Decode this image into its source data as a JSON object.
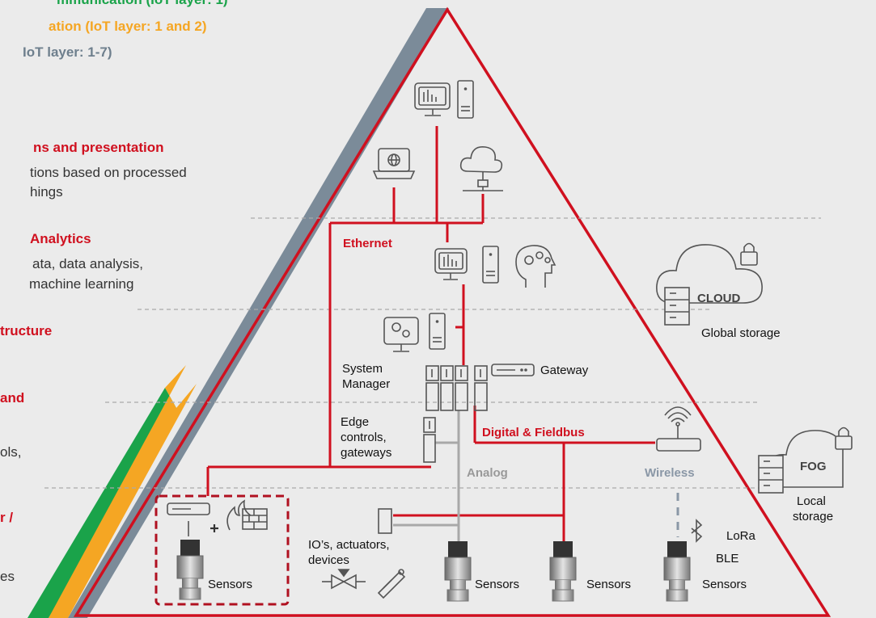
{
  "legend": {
    "green": "mmunication (IoT layer: 1)",
    "orange": "ation (IoT layer: 1 and 2)",
    "gray": "IoT layer: 1-7)"
  },
  "sections": [
    {
      "heading": "ns and presentation",
      "body": [
        "tions based on processed",
        "hings"
      ]
    },
    {
      "heading": "Analytics",
      "body": [
        "ata, data analysis,",
        "machine learning"
      ]
    },
    {
      "heading": "tructure",
      "body": []
    },
    {
      "heading": "and",
      "body": [
        "ols,"
      ]
    },
    {
      "heading": "r /",
      "body": [
        "es"
      ]
    }
  ],
  "labels": {
    "ethernet": "Ethernet",
    "system_manager": [
      "System",
      "Manager"
    ],
    "gateway": "Gateway",
    "edge_controls": [
      "Edge",
      "controls,",
      "gateways"
    ],
    "digital_fieldbus": "Digital & Fieldbus",
    "analog": "Analog",
    "wireless": "Wireless",
    "ios": [
      "IO’s, actuators,",
      "devices"
    ],
    "sensors": [
      "Sensors",
      "Sensors",
      "Sensors",
      "Sensors"
    ],
    "lora": "LoRa",
    "ble": "BLE"
  },
  "cloud": {
    "label": "CLOUD",
    "caption": "Global storage"
  },
  "fog": {
    "label": "FOG",
    "caption": [
      "Local",
      "storage"
    ]
  },
  "colors": {
    "red": "#d0101f",
    "slate": "#6e7f8d",
    "orange": "#f5a623",
    "green": "#1aa34a",
    "analog_gray": "#a8a8a8",
    "background": "#ebebeb"
  },
  "icons": [
    "monitor-chart-icon",
    "tower-pc-icon",
    "laptop-globe-icon",
    "cloud-network-icon",
    "head-gears-icon",
    "monitor-gears-icon",
    "io-module-icon",
    "router-wifi-icon",
    "bluetooth-icon",
    "firewall-icon",
    "valve-icon",
    "actuator-icon",
    "pressure-sensor-icon",
    "cloud-lock-icon",
    "server-icon"
  ]
}
